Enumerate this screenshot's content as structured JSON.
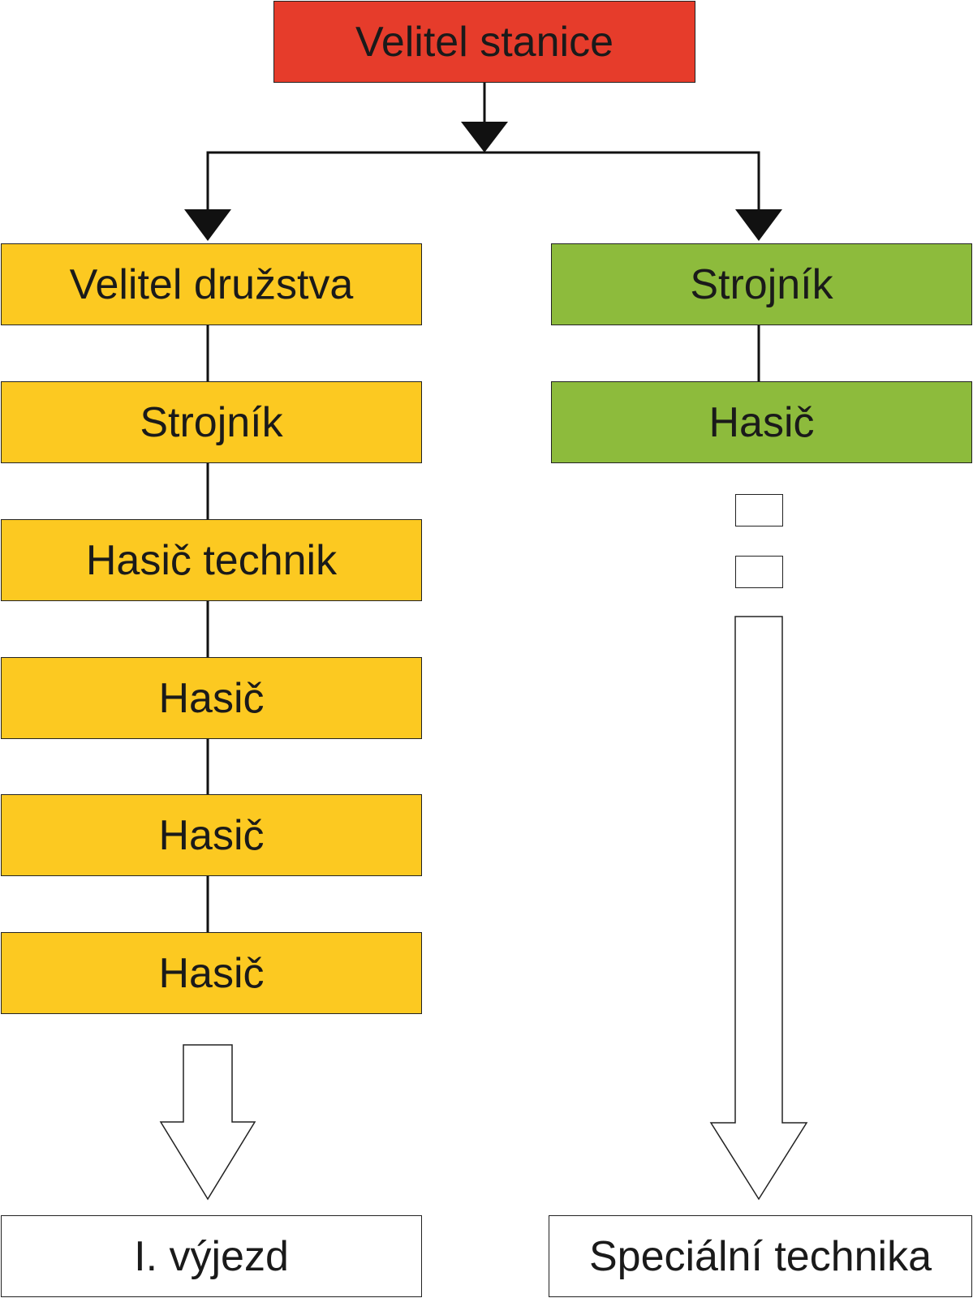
{
  "colors": {
    "top": "#e63c2b",
    "left_column": "#fcc921",
    "right_column": "#8dbb3c",
    "outline": "#222222",
    "text": "#1a1a1a"
  },
  "top": {
    "label": "Velitel stanice"
  },
  "left_column": {
    "items": [
      {
        "label": "Velitel družstva"
      },
      {
        "label": "Strojník"
      },
      {
        "label": "Hasič technik"
      },
      {
        "label": "Hasič"
      },
      {
        "label": "Hasič"
      },
      {
        "label": "Hasič"
      }
    ],
    "result": "I. výjezd"
  },
  "right_column": {
    "items": [
      {
        "label": "Strojník"
      },
      {
        "label": "Hasič"
      }
    ],
    "result": "Speciální technika"
  }
}
